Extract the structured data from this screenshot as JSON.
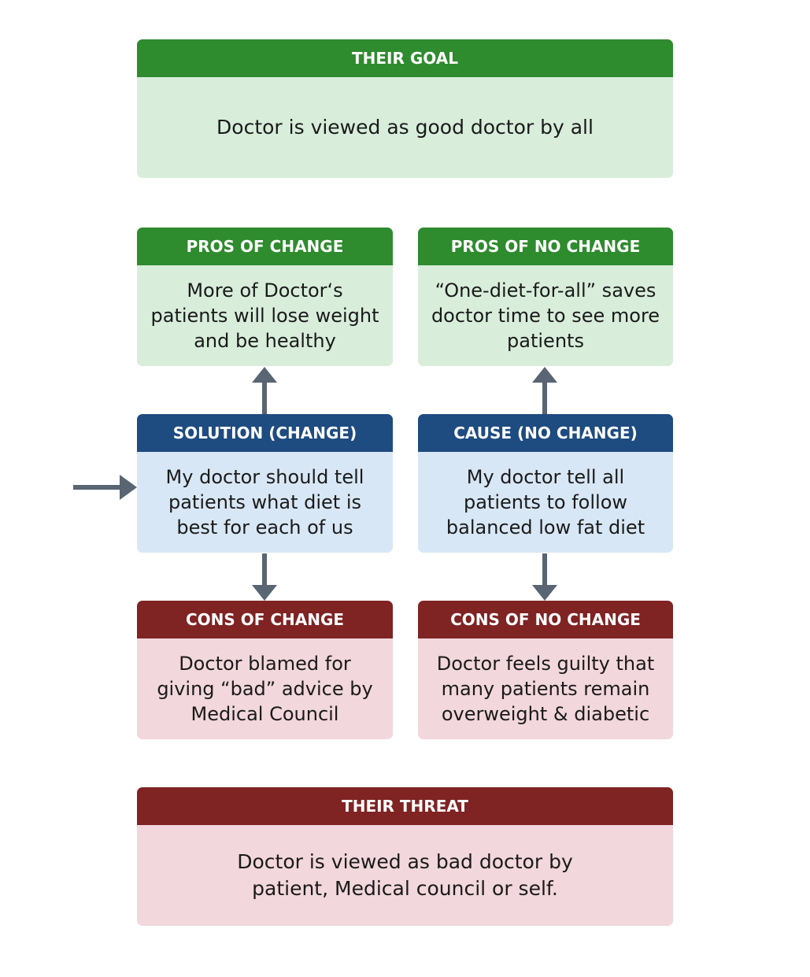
{
  "goal": {
    "header": "THEIR GOAL",
    "text": "Doctor is viewed as good doctor by all"
  },
  "pros_change": {
    "header": "PROS OF CHANGE",
    "text": "More of Doctor‘s\npatients will lose weight\nand be healthy"
  },
  "pros_no_change": {
    "header": "PROS OF NO CHANGE",
    "text": "“One-diet-for-all” saves\ndoctor time to see more\npatients"
  },
  "solution": {
    "header": "SOLUTION (CHANGE)",
    "text": "My doctor should tell\npatients what diet is\nbest for each of us"
  },
  "cause": {
    "header": "CAUSE (NO CHANGE)",
    "text": "My doctor tell all\npatients to follow\nbalanced low fat diet"
  },
  "cons_change": {
    "header": "CONS OF CHANGE",
    "text": "Doctor blamed for\ngiving “bad” advice by\nMedical Council"
  },
  "cons_no_change": {
    "header": "CONS OF NO CHANGE",
    "text": "Doctor feels guilty that\nmany patients remain\noverweight & diabetic"
  },
  "threat": {
    "header": "THEIR THREAT",
    "text": "Doctor is viewed as bad doctor  by\npatient,  Medical council or self."
  },
  "colors": {
    "green_header": "#2e8b2e",
    "green_body": "#d8eedb",
    "blue_header": "#1e4b80",
    "blue_body": "#d8e7f5",
    "red_header": "#7f2323",
    "red_body": "#f2d7dc",
    "arrow": "#596573"
  }
}
